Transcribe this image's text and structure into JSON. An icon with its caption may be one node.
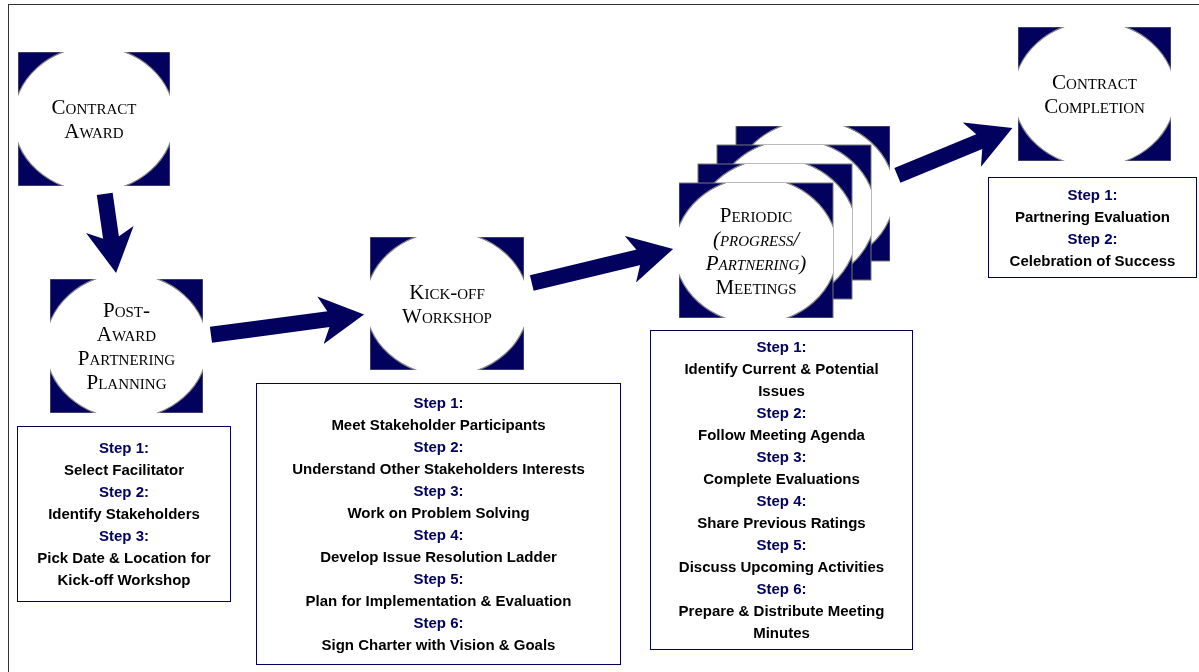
{
  "diagram": {
    "nodes": [
      {
        "text": [
          "Contract Award"
        ]
      },
      {
        "text": [
          "Post- Award Partnering Planning"
        ]
      },
      {
        "text": [
          "Step 1:",
          "Select Facilitator",
          "Step 2:",
          "Identify Stakeholders",
          "Step 3:",
          "Pick Date & Location for Kick-off Workshop"
        ]
      },
      {
        "text": [
          "Kick-off Workshop"
        ]
      },
      {
        "text": [
          "Step 1:",
          "Meet Stakeholder Participants",
          "Step 2:",
          "Understand Other Stakeholders Interests",
          "Step 3:",
          "Work on Problem Solving",
          "Step 4:",
          "Develop Issue Resolution Ladder",
          "Step 5:",
          "Plan for Implementation & Evaluation",
          "Step 6:",
          "Sign Charter with Vision & Goals"
        ]
      },
      {
        "text": [
          "Periodic *(progress/ Partnering)* Meetings"
        ]
      },
      {
        "text": [
          "Step 1:",
          "Identify Current & Potential Issues",
          "Step 2:",
          "Follow Meeting Agenda",
          "Step 3:",
          "Complete Evaluations",
          "Step 4:",
          "Share Previous Ratings",
          "Step 5:",
          "Discuss Upcoming Activities",
          "Step 6:",
          "Prepare & Distribute Meeting Minutes"
        ]
      },
      {
        "text": [
          "Contract Completion"
        ]
      },
      {
        "text": [
          "Step 1:",
          "Partnering Evaluation",
          "Step 2:",
          "Celebration of Success"
        ]
      }
    ],
    "edges": [
      {
        "from": 0,
        "to": 1,
        "arrow": "to"
      },
      {
        "from": 1,
        "to": 3,
        "arrow": "to"
      },
      {
        "from": 3,
        "to": 5,
        "arrow": "to"
      },
      {
        "from": 5,
        "to": 7,
        "arrow": "to"
      }
    ]
  }
}
